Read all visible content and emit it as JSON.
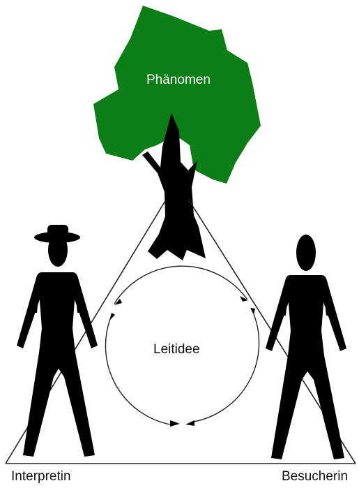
{
  "labels": {
    "phenomenon": "Phänomen",
    "theme": "Leitidee",
    "interpreter": "Interpretin",
    "visitor": "Besucherin"
  },
  "colors": {
    "tree_crown": "#0b7f16",
    "silhouette": "#000000",
    "lines": "#222222"
  },
  "icons": {
    "tree": "tree-icon",
    "interpreter": "ranger-with-hat-icon",
    "visitor": "person-icon"
  }
}
